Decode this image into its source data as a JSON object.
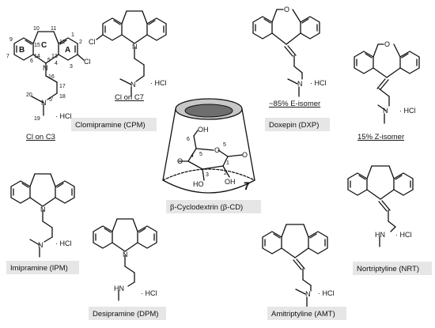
{
  "labels": {
    "clomipramine": "Clomipramine (CPM)",
    "cl_on_c3": "Cl on C3",
    "cl_on_c7": "Cl on C7",
    "doxepin": "Doxepin (DXP)",
    "e_isomer": "~85% E-isomer",
    "z_isomer": "15% Z-isomer",
    "cyclodextrin": "β-Cyclodextrin (β-CD)",
    "imipramine": "Imipramine (IPM)",
    "desipramine": "Desipramine (DPM)",
    "amitriptyline": "Amitriptyline (AMT)",
    "nortriptyline": "Nortriptyline (NRT)"
  },
  "atoms": {
    "cl": "Cl",
    "n": "N",
    "o": "O",
    "hn": "HN",
    "hcl": "· HCl",
    "oh": "OH",
    "ho": "HO",
    "o_dash": "O",
    "cd_count": "7"
  },
  "rings": {
    "a": "A",
    "b": "B",
    "c": "C"
  },
  "numbering": [
    "1",
    "2",
    "3",
    "4",
    "5",
    "6",
    "7",
    "8",
    "9",
    "10",
    "11",
    "12",
    "13",
    "14",
    "15",
    "16",
    "17",
    "18",
    "19",
    "20",
    "5'"
  ],
  "cd_numbering": [
    "1",
    "2",
    "3",
    "4",
    "5",
    "6"
  ]
}
